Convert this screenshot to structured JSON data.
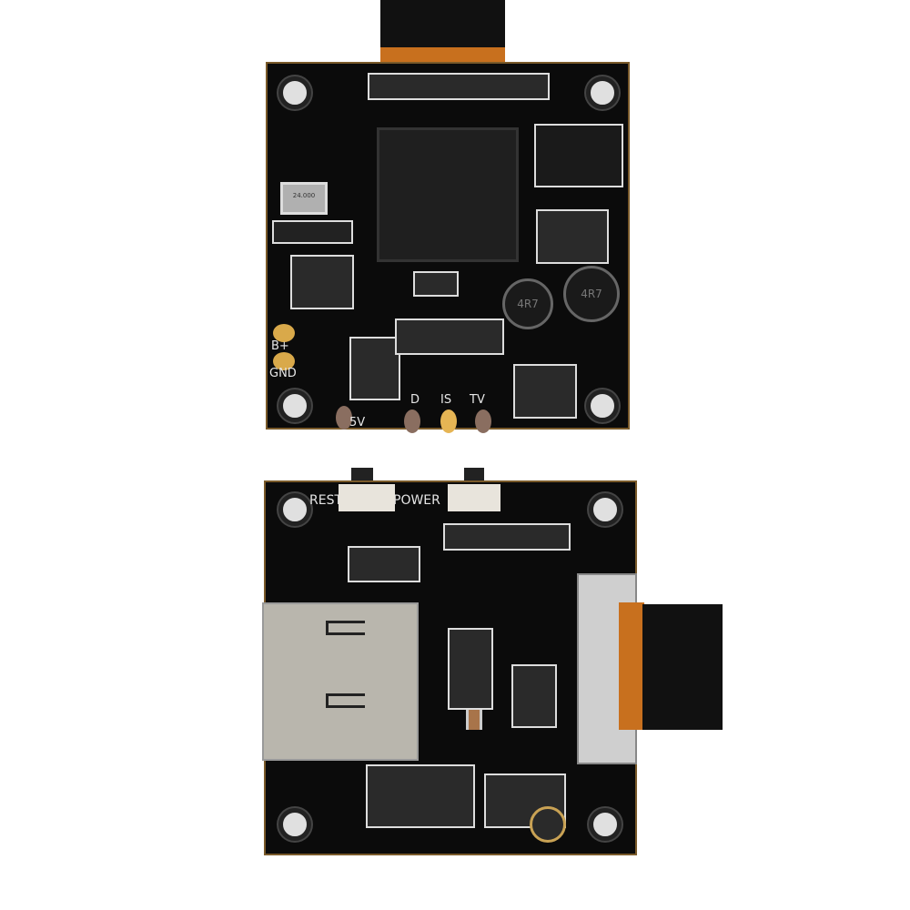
{
  "top_board": {
    "labels": {
      "b_plus": "B+",
      "gnd": "GND",
      "five_v": "5V",
      "d": "D",
      "is": "IS",
      "tv": "TV"
    },
    "crystal_marking": "24.000",
    "inductor_marking": "4R7"
  },
  "bottom_board": {
    "labels": {
      "reset": "REST",
      "power": "POWER"
    }
  },
  "colors": {
    "pcb": "#0b0b0b",
    "ribbon": "#111111",
    "ribbon_stiffener": "#c8701e",
    "pad_gold": "#d9a94a",
    "sd_card": "#b9b6ad"
  }
}
